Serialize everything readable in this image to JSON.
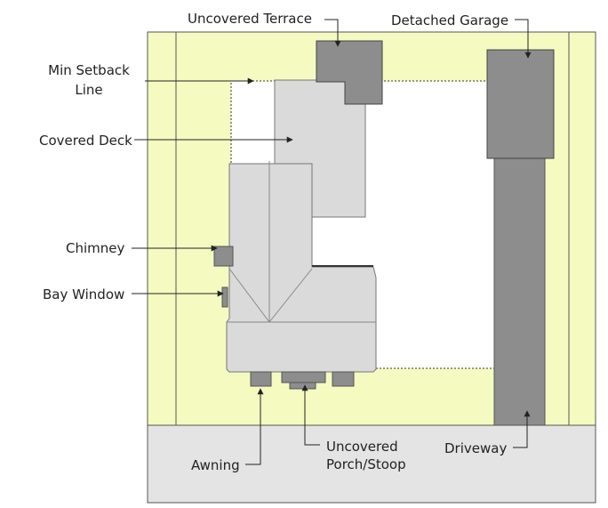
{
  "labels": {
    "uncovered_terrace": "Uncovered Terrace",
    "detached_garage": "Detached Garage",
    "min_setback_line_1": "Min Setback",
    "min_setback_line_2": "Line",
    "covered_deck": "Covered Deck",
    "chimney": "Chimney",
    "bay_window": "Bay Window",
    "awning": "Awning",
    "uncovered_porch_1": "Uncovered",
    "uncovered_porch_2": "Porch/Stoop",
    "driveway": "Driveway"
  },
  "colors": {
    "lot_fill": "#f5fbc0",
    "buildable_area": "#ffffff",
    "street": "#e4e4e4",
    "house": "#dadada",
    "dark_structure": "#8d8d8d",
    "outline": "#333333",
    "leader_line": "#222222"
  }
}
